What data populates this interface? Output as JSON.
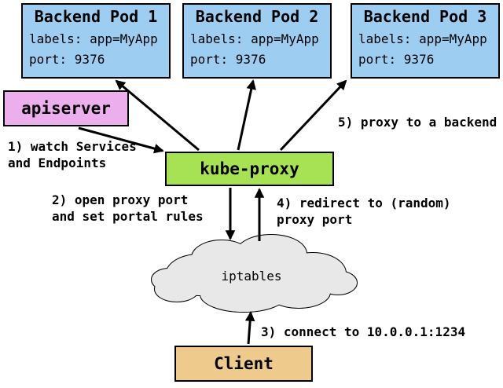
{
  "diagram": {
    "pods": [
      {
        "title": "Backend Pod 1",
        "labels": "labels: app=MyApp",
        "port": "port: 9376"
      },
      {
        "title": "Backend Pod 2",
        "labels": "labels: app=MyApp",
        "port": "port: 9376"
      },
      {
        "title": "Backend Pod 3",
        "labels": "labels: app=MyApp",
        "port": "port: 9376"
      }
    ],
    "nodes": {
      "apiserver": "apiserver",
      "kube_proxy": "kube-proxy",
      "iptables": "iptables",
      "client": "Client"
    },
    "annotations": {
      "step1": "1) watch Services\nand Endpoints",
      "step2": "2) open proxy port\nand set portal rules",
      "step3": "3) connect to 10.0.0.1:1234",
      "step4": "4) redirect to (random)\nproxy port",
      "step5": "5) proxy to a backend"
    },
    "colors": {
      "pod_bg": "#9ecdf2",
      "apiserver_bg": "#edaeed",
      "kube_proxy_bg": "#a6e253",
      "client_bg": "#eeca8c",
      "cloud_bg": "#e8e8e8",
      "border": "#000000"
    }
  }
}
